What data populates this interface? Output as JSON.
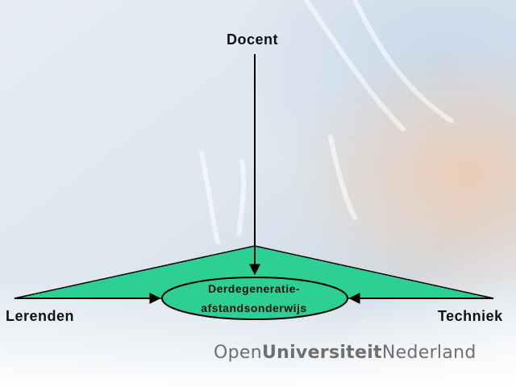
{
  "diagram": {
    "top_node": "Docent",
    "left_node": "Lerenden",
    "right_node": "Techniek",
    "center_line1": "Derdegeneratie-",
    "center_line2": "afstandsonderwijs"
  },
  "logo": {
    "part1": "Open",
    "part2": "Universiteit",
    "part3": "Nederland"
  },
  "colors": {
    "triangle_fill": "#2ccf94",
    "stroke": "#000000",
    "logo_text": "#6f6f6f"
  }
}
